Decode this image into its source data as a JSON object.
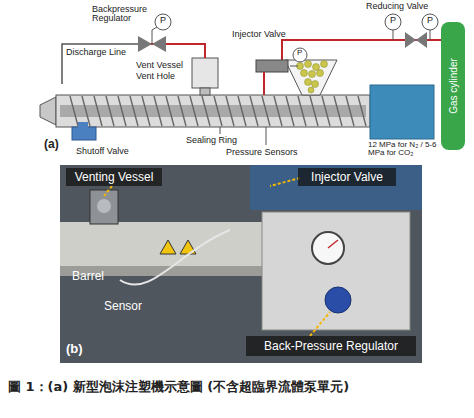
{
  "diagram": {
    "caption": "圖 1：(a) 新型泡沫注塑機示意圖 (不含超臨界流體泵單元)",
    "nodes": [
      {
        "text": [
          "Gas cylinder"
        ]
      },
      {
        "text": [
          "Venting Vessel"
        ]
      },
      {
        "text": [
          "Injector Valve"
        ]
      },
      {
        "text": [
          "Back-Pressure Regulator"
        ]
      }
    ],
    "labels": [
      "Backpressure Regulator",
      "P",
      "Discharge Line",
      "Vent Vessel",
      "Vent Hole",
      "Injector Valve",
      "P",
      "Reducing Valve",
      "P",
      "P",
      "Shutoff Valve",
      "Sealing Ring",
      "Pressure Sensors",
      "12 MPa for N₂ / 5-6 MPa for CO₂",
      "(a)",
      "Barrel",
      "Sensor",
      "(b)"
    ]
  }
}
